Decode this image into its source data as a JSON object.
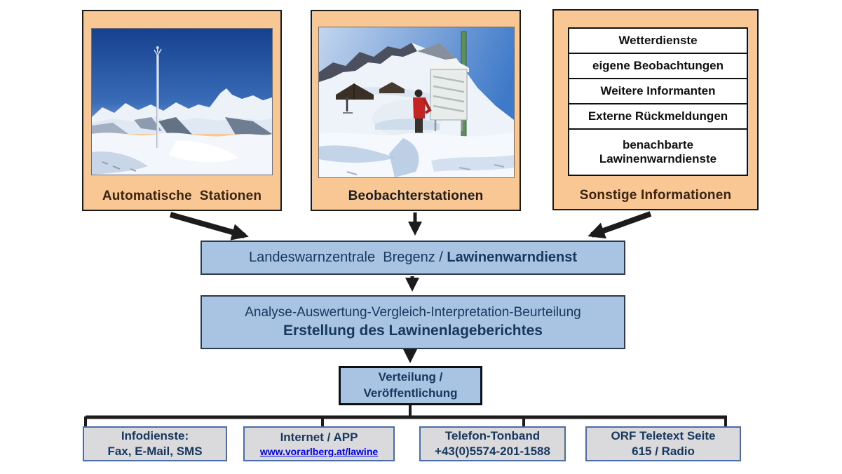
{
  "colors": {
    "orange_fill": "#f9c794",
    "dark_border": "#1a1a1a",
    "blue_fill": "#a9c4e3",
    "blue_border": "#2e3b4e",
    "gray_fill": "#dadadd",
    "gray_border": "#4a6da7",
    "navy_text": "#17375d",
    "brown_text": "#3a2412",
    "link_blue": "#0000ee",
    "arrow": "#1c1c1c"
  },
  "sources": {
    "automatic": {
      "label": "Automatische  Stationen"
    },
    "observer": {
      "label": "Beobachterstationen"
    },
    "other": {
      "label": "Sonstige Informationen",
      "items": [
        "Wetterdienste",
        "eigene Beobachtungen",
        "Weitere Informanten",
        "Externe Rückmeldungen",
        "benachbarte\nLawinenwarndienste"
      ]
    }
  },
  "process": {
    "warncenter": {
      "normal": "Landeswarnzentrale  Bregenz / ",
      "bold": "Lawinenwarndienst"
    },
    "analysis": {
      "line1": "Analyse-Auswertung-Vergleich-Interpretation-Beurteilung",
      "line2": "Erstellung des Lawinenlageberichtes"
    },
    "distribution": {
      "line1": "Verteilung /",
      "line2": "Veröffentlichung"
    }
  },
  "channels": [
    {
      "line1": "Infodienste:",
      "line2": "Fax, E-Mail, SMS"
    },
    {
      "line1": "Internet / APP",
      "link": "www.vorarlberg.at/lawine"
    },
    {
      "line1": "Telefon-Tonband",
      "line2": "+43(0)5574-201-1588"
    },
    {
      "line1": "ORF Teletext Seite",
      "line2": "615 / Radio"
    }
  ]
}
